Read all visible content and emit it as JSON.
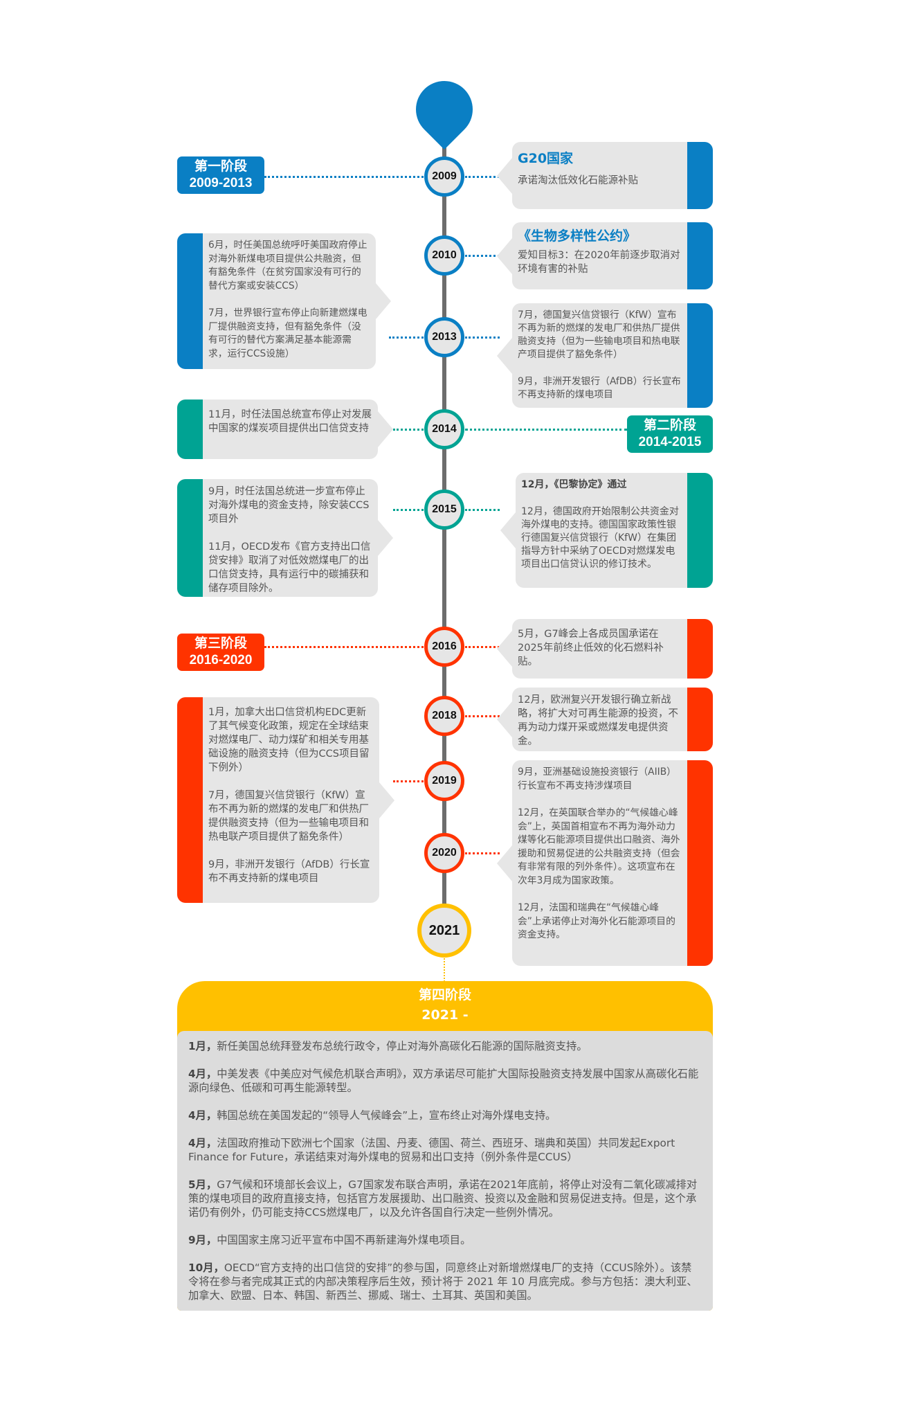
{
  "colors": {
    "phase1": "#0a7fc4",
    "phase2": "#00a393",
    "phase3": "#ff3300",
    "phase4": "#ffc000"
  },
  "phases": [
    {
      "name": "第一阶段",
      "years": "2009-2013"
    },
    {
      "name": "第二阶段",
      "years": "2014-2015"
    },
    {
      "name": "第三阶段",
      "years": "2016-2020"
    },
    {
      "name": "第四阶段",
      "years": "2021 -"
    }
  ],
  "years": [
    "2009",
    "2010",
    "2013",
    "2014",
    "2015",
    "2016",
    "2018",
    "2019",
    "2020",
    "2021"
  ],
  "cards": {
    "g20": {
      "title": "G20国家",
      "text": "承诺淘汰低效化石能源补贴"
    },
    "cbd": {
      "title": "《生物多样性公约》",
      "text": "爱知目标3：在2020年前逐步取消对环境有害的补贴"
    },
    "y2010_2013_left": [
      "6月，时任美国总统呼吁美国政府停止对海外新煤电项目提供公共融资，但有豁免条件（在贫穷国家没有可行的替代方案或安装CCS）",
      "7月，世界银行宣布停止向新建燃煤电厂提供融资支持，但有豁免条件（没有可行的替代方案满足基本能源需求，运行CCS设施）"
    ],
    "y2013_right": [
      "7月，德国复兴信贷银行（KfW）宣布不再为新的燃煤的发电厂和供热厂提供融资支持（但为一些输电项目和热电联产项目提供了豁免条件）",
      "9月，非洲开发银行（AfDB）行长宣布不再支持新的煤电项目"
    ],
    "y2014_left": [
      "11月，时任法国总统宣布停止对发展中国家的煤炭项目提供出口信贷支持"
    ],
    "y2015_left": [
      "9月，时任法国总统进一步宣布停止对海外煤电的资金支持，除安装CCS项目外",
      "11月，OECD发布《官方支持出口信贷安排》取消了对低效燃煤电厂的出口信贷支持，具有运行中的碳捕获和储存项目除外。"
    ],
    "y2015_right": [
      "12月，《巴黎协定》通过",
      "12月，德国政府开始限制公共资金对海外煤电的支持。德国国家政策性银行德国复兴信贷银行（KfW）在集团指导方针中采纳了OECD对燃煤发电项目出口信贷认识的修订技术。"
    ],
    "y2016_right": [
      "5月，G7峰会上各成员国承诺在2025年前终止低效的化石燃料补贴。"
    ],
    "y2018_right": [
      "12月，欧洲复兴开发银行确立新战略，将扩大对可再生能源的投资，不再为动力煤开采或燃煤发电提供资金。"
    ],
    "y2019_left": [
      "1月，加拿大出口信贷机构EDC更新了其气候变化政策，规定在全球结束对燃煤电厂、动力煤矿和相关专用基础设施的融资支持（但为CCS项目留下例外）",
      "7月，德国复兴信贷银行（KfW）宣布不再为新的燃煤的发电厂和供热厂提供融资支持（但为一些输电项目和热电联产项目提供了豁免条件）",
      "9月，非洲开发银行（AfDB）行长宣布不再支持新的煤电项目"
    ],
    "y2019_2020_right": [
      "9月，亚洲基础设施投资银行（AIIB）行长宣布不再支持涉煤项目",
      "12月，在英国联合举办的“气候雄心峰会”上，英国首相宣布不再为海外动力煤等化石能源项目提供出口融资、海外援助和贸易促进的公共融资支持（但会有非常有限的列外条件）。这项宣布在次年3月成为国家政策。",
      "12月，法国和瑞典在“气候雄心峰会”上承诺停止对海外化石能源项目的资金支持。"
    ]
  },
  "phase4_items": [
    {
      "m": "1月，",
      "t": "新任美国总统拜登发布总统行政令，停止对海外高碳化石能源的国际融资支持。"
    },
    {
      "m": "4月，",
      "t": "中美发表《中美应对气候危机联合声明》，双方承诺尽可能扩大国际投融资支持发展中国家从高碳化石能源向绿色、低碳和可再生能源转型。"
    },
    {
      "m": "4月，",
      "t": "韩国总统在美国发起的“领导人气候峰会”上，宣布终止对海外煤电支持。"
    },
    {
      "m": "4月，",
      "t": "法国政府推动下欧洲七个国家（法国、丹麦、德国、荷兰、西班牙、瑞典和英国）共同发起Export Finance for Future，承诺结束对海外煤电的贸易和出口支持（例外条件是CCUS）"
    },
    {
      "m": "5月，",
      "t": "G7气候和环境部长会议上，G7国家发布联合声明，承诺在2021年底前，将停止对没有二氧化碳减排对策的煤电项目的政府直接支持，包括官方发展援助、出口融资、投资以及金融和贸易促进支持。但是，这个承诺仍有例外，仍可能支持CCS燃煤电厂，以及允许各国自行决定一些例外情况。"
    },
    {
      "m": "9月，",
      "t": "中国国家主席习近平宣布中国不再新建海外煤电项目。"
    },
    {
      "m": "10月，",
      "t": "OECD“官方支持的出口信贷的安排”的参与国，同意终止对新增燃煤电厂的支持（CCUS除外）。该禁令将在参与者完成其正式的内部决策程序后生效，预计将于 2021 年 10 月底完成。参与方包括：澳大利亚、加拿大、欧盟、日本、韩国、新西兰、挪威、瑞士、土耳其、英国和美国。"
    }
  ]
}
